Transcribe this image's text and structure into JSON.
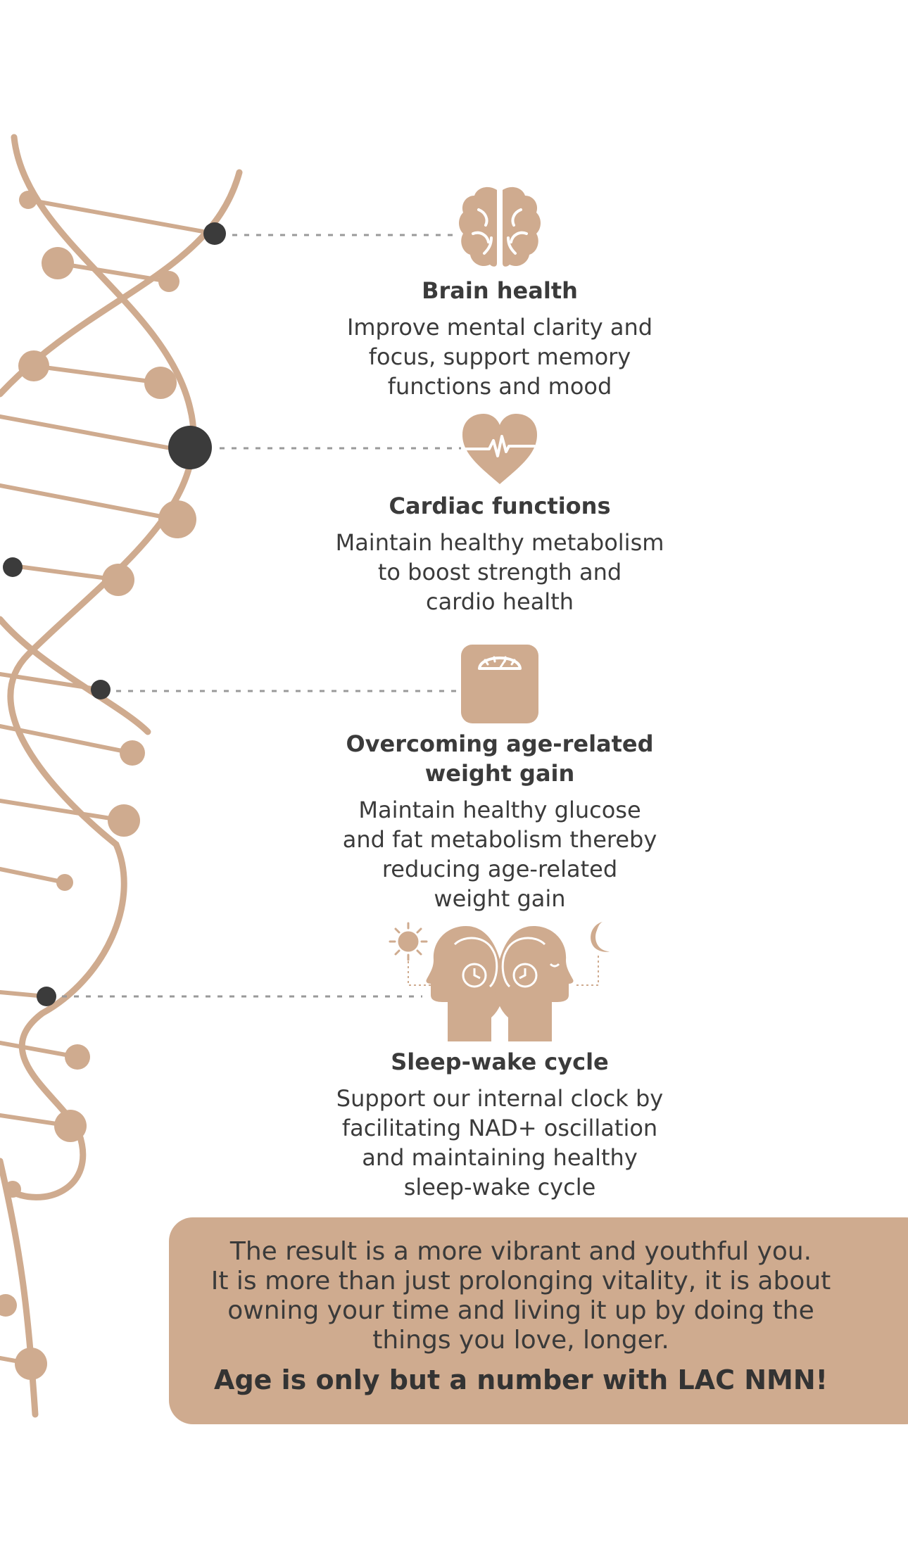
{
  "colors": {
    "accent": "#cfab8f",
    "dark_node": "#3b3b3b",
    "text": "#3b3b3b",
    "connector": "#9a9a9a"
  },
  "benefits": [
    {
      "icon": "brain-icon",
      "title": "Brain health",
      "lines": [
        "Improve mental clarity and",
        "focus, support memory",
        "functions and mood"
      ]
    },
    {
      "icon": "heart-pulse-icon",
      "title": "Cardiac functions",
      "lines": [
        "Maintain healthy metabolism",
        "to boost strength and",
        "cardio health"
      ]
    },
    {
      "icon": "weighing-scale-icon",
      "title_lines": [
        "Overcoming age-related",
        "weight gain"
      ],
      "lines": [
        "Maintain healthy glucose",
        "and fat metabolism thereby",
        "reducing age-related",
        "weight gain"
      ]
    },
    {
      "icon": "sleep-wake-cycle-icon",
      "title": "Sleep-wake cycle",
      "lines": [
        "Support our internal clock by",
        "facilitating NAD+ oscillation",
        "and maintaining healthy",
        "sleep-wake cycle"
      ]
    }
  ],
  "closing": {
    "lines": [
      "The result is a more vibrant and youthful you.",
      "It is more than just prolonging vitality, it is about",
      "owning your time and living it up by doing the",
      "things you love, longer."
    ],
    "tagline": "Age is only but a number with LAC NMN!"
  }
}
